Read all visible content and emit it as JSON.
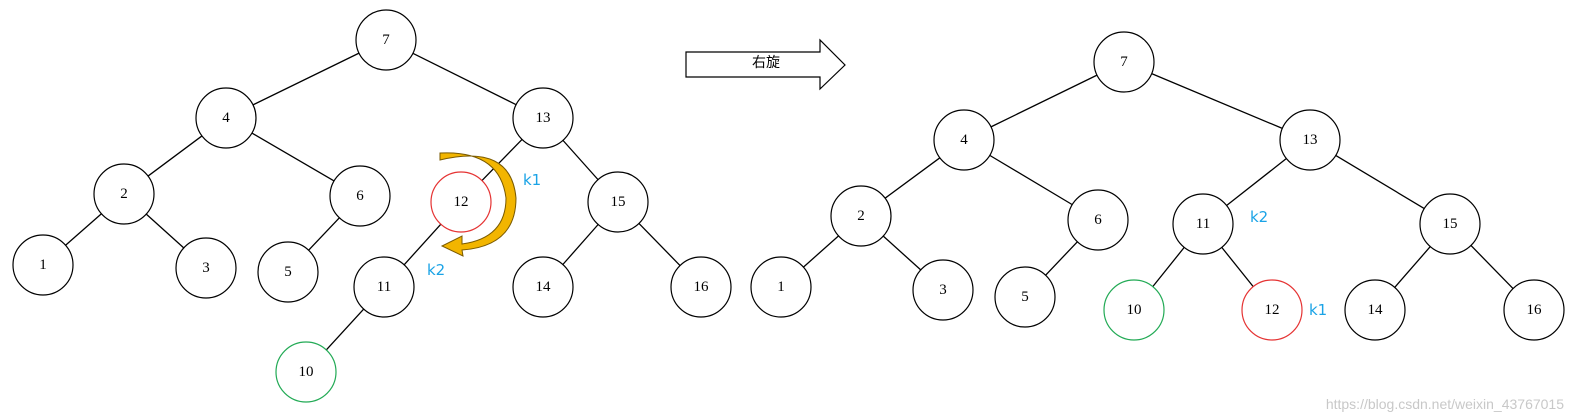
{
  "colors": {
    "highlight_red": "#e53333",
    "highlight_green": "#22aa55",
    "label_blue": "#1aa3e6",
    "rotation_arrow": "#f2b500"
  },
  "transform_label": "右旋",
  "watermark": "https://blog.csdn.net/weixin_43767015",
  "before_tree": {
    "nodes": [
      {
        "id": "n7",
        "label": "7"
      },
      {
        "id": "n4",
        "label": "4"
      },
      {
        "id": "n13",
        "label": "13"
      },
      {
        "id": "n2",
        "label": "2"
      },
      {
        "id": "n6",
        "label": "6"
      },
      {
        "id": "n12",
        "label": "12",
        "color": "red"
      },
      {
        "id": "n15",
        "label": "15"
      },
      {
        "id": "n1",
        "label": "1"
      },
      {
        "id": "n3",
        "label": "3"
      },
      {
        "id": "n5",
        "label": "5"
      },
      {
        "id": "n11",
        "label": "11"
      },
      {
        "id": "n14",
        "label": "14"
      },
      {
        "id": "n16",
        "label": "16"
      },
      {
        "id": "n10",
        "label": "10",
        "color": "green"
      }
    ],
    "edges": [
      [
        "n7",
        "n4"
      ],
      [
        "n7",
        "n13"
      ],
      [
        "n4",
        "n2"
      ],
      [
        "n4",
        "n6"
      ],
      [
        "n13",
        "n12"
      ],
      [
        "n13",
        "n15"
      ],
      [
        "n2",
        "n1"
      ],
      [
        "n2",
        "n3"
      ],
      [
        "n6",
        "n5"
      ],
      [
        "n12",
        "n11"
      ],
      [
        "n15",
        "n14"
      ],
      [
        "n15",
        "n16"
      ],
      [
        "n11",
        "n10"
      ]
    ],
    "tags": [
      {
        "node": "n12",
        "text": "k1"
      },
      {
        "node": "n11",
        "text": "k2"
      }
    ]
  },
  "after_tree": {
    "nodes": [
      {
        "id": "m7",
        "label": "7"
      },
      {
        "id": "m4",
        "label": "4"
      },
      {
        "id": "m13",
        "label": "13"
      },
      {
        "id": "m2",
        "label": "2"
      },
      {
        "id": "m6",
        "label": "6"
      },
      {
        "id": "m11",
        "label": "11"
      },
      {
        "id": "m15",
        "label": "15"
      },
      {
        "id": "m1",
        "label": "1"
      },
      {
        "id": "m3",
        "label": "3"
      },
      {
        "id": "m5",
        "label": "5"
      },
      {
        "id": "m10",
        "label": "10",
        "color": "green"
      },
      {
        "id": "m12",
        "label": "12",
        "color": "red"
      },
      {
        "id": "m14",
        "label": "14"
      },
      {
        "id": "m16",
        "label": "16"
      }
    ],
    "edges": [
      [
        "m7",
        "m4"
      ],
      [
        "m7",
        "m13"
      ],
      [
        "m4",
        "m2"
      ],
      [
        "m4",
        "m6"
      ],
      [
        "m13",
        "m11"
      ],
      [
        "m13",
        "m15"
      ],
      [
        "m2",
        "m1"
      ],
      [
        "m2",
        "m3"
      ],
      [
        "m6",
        "m5"
      ],
      [
        "m11",
        "m10"
      ],
      [
        "m11",
        "m12"
      ],
      [
        "m15",
        "m14"
      ],
      [
        "m15",
        "m16"
      ]
    ],
    "tags": [
      {
        "node": "m11",
        "text": "k2"
      },
      {
        "node": "m12",
        "text": "k1"
      }
    ]
  }
}
